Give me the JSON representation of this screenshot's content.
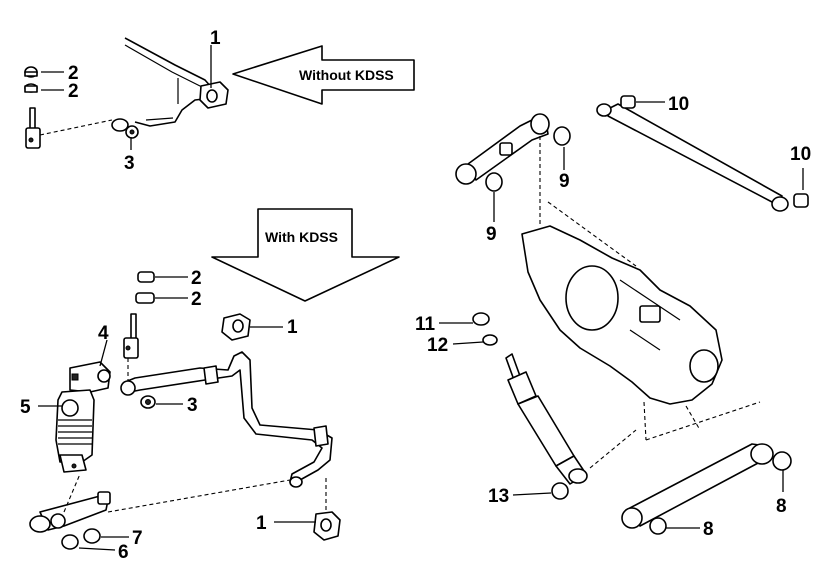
{
  "arrows": {
    "without_kdss": "Without KDSS",
    "with_kdss": "With KDSS"
  },
  "callouts": {
    "c1_top": "1",
    "c2_top_a": "2",
    "c2_top_b": "2",
    "c3_top": "3",
    "c2_mid_a": "2",
    "c2_mid_b": "2",
    "c1_mid": "1",
    "c4": "4",
    "c5": "5",
    "c3_mid": "3",
    "c1_bottom": "1",
    "c7": "7",
    "c6": "6",
    "c10_a": "10",
    "c10_b": "10",
    "c9_a": "9",
    "c9_b": "9",
    "c11": "11",
    "c12": "12",
    "c13": "13",
    "c8_a": "8",
    "c8_b": "8"
  }
}
